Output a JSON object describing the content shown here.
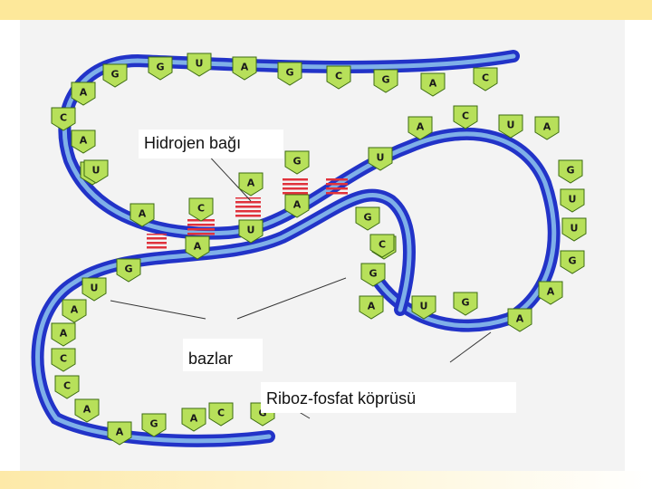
{
  "labels": {
    "hydrogen_bond": "Hidrojen bağı",
    "bases": "bazlar",
    "backbone": "Riboz-fosfat köprüsü"
  },
  "colors": {
    "backbone_blue": "#2233c8",
    "backbone_light": "#7fb0e8",
    "base_green": "#b7e05a",
    "base_stroke": "#3c6b12",
    "hbond_red": "#e0323c",
    "background": "#f3f3f3",
    "band": "#fde89a"
  },
  "strand": {
    "outer_top": [
      "C",
      "A",
      "G",
      "G",
      "U",
      "A",
      "G",
      "C",
      "G",
      "A",
      "C"
    ],
    "left_side": [
      "U",
      "A",
      "C",
      "C",
      "A"
    ],
    "bottom": [
      "A",
      "G",
      "A",
      "C",
      "G"
    ],
    "right_loop_outer": [
      "A",
      "G",
      "U",
      "U",
      "G",
      "A",
      "A"
    ],
    "right_loop_inner": [
      "A",
      "C",
      "U",
      "U",
      "U"
    ],
    "mid_lower": [
      "G",
      "C",
      "G",
      "A",
      "U",
      "G"
    ],
    "helix_top_row": [
      "A",
      "C",
      "A",
      "G"
    ],
    "helix_bottom_row": [
      "U",
      "A",
      "A",
      "U"
    ],
    "lower_left": [
      "G",
      "U",
      "A",
      "A"
    ]
  }
}
